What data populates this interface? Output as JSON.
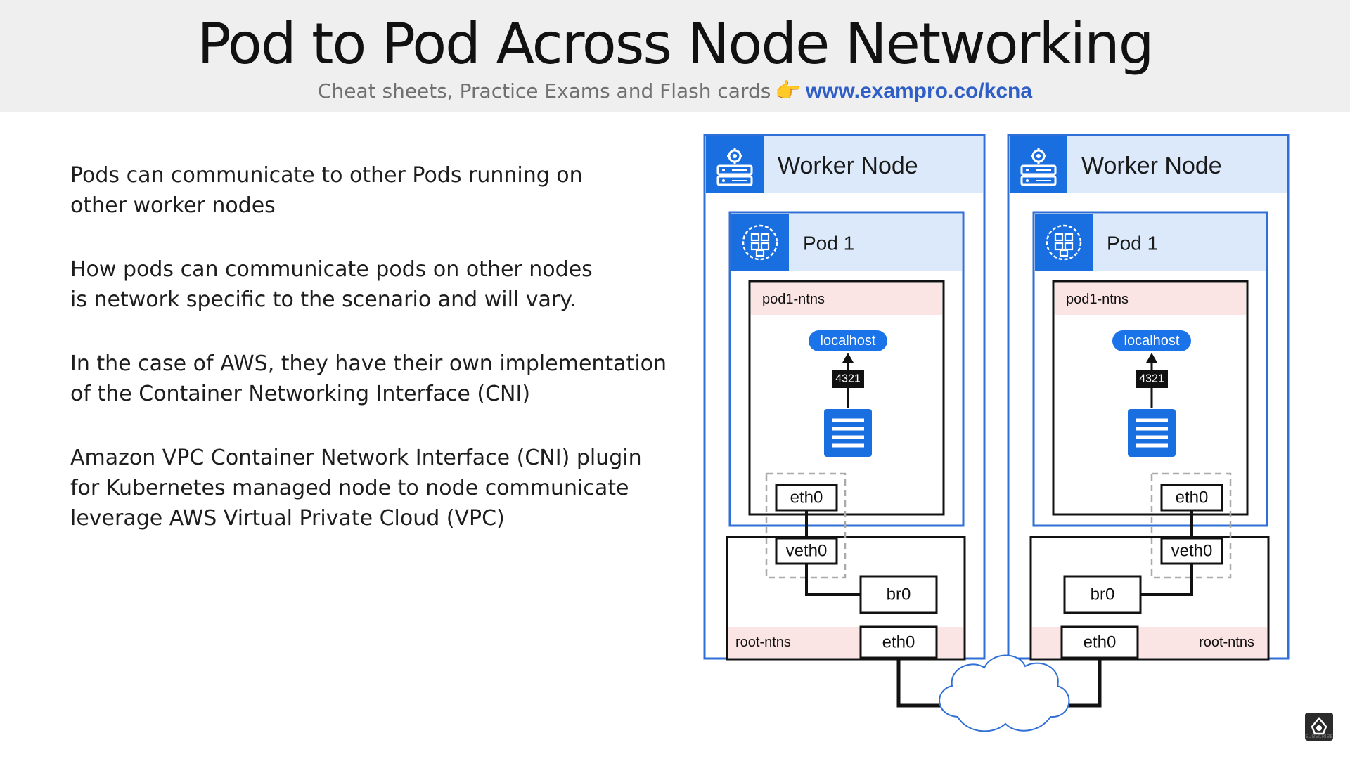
{
  "header": {
    "title": "Pod to Pod Across Node Networking",
    "subtitle": "Cheat sheets, Practice Exams and Flash cards",
    "pointer_glyph": "👉",
    "link": "www.exampro.co/kcna"
  },
  "bullets": [
    "Pods can communicate to other Pods running on\nother worker nodes",
    "How pods can communicate pods on other nodes\nis network specific to the scenario and will vary.",
    "In the case of AWS, they have their own implementation\nof the Container Networking Interface (CNI)",
    "Amazon VPC Container Network Interface (CNI) plugin\nfor Kubernetes managed node to node communicate\nleverage AWS Virtual Private Cloud (VPC)"
  ],
  "diagram": {
    "nodes": [
      {
        "title": "Worker Node",
        "pod_title": "Pod 1",
        "pod_ns": "pod1-ntns",
        "localhost": "localhost",
        "port": "4321",
        "pod_eth": "eth0",
        "veth": "veth0",
        "bridge": "br0",
        "root_ns": "root-ntns",
        "host_eth": "eth0"
      },
      {
        "title": "Worker Node",
        "pod_title": "Pod 1",
        "pod_ns": "pod1-ntns",
        "localhost": "localhost",
        "port": "4321",
        "pod_eth": "eth0",
        "veth": "veth0",
        "bridge": "br0",
        "root_ns": "root-ntns",
        "host_eth": "eth0"
      }
    ],
    "icons": {
      "node": "server-gear-icon",
      "pod": "pod-icon",
      "container": "container-icon",
      "network": "cloud-icon",
      "badge": "subscribe-badge-icon"
    },
    "colors": {
      "node_border": "#2f6fd6",
      "node_header": "#dbe9fb",
      "icon_blue": "#1a6fe0",
      "namespace_bar": "#fbe4e4",
      "localhost_pill": "#1a73e8",
      "port_badge": "#111111",
      "dashed_group": "#aaaaaa"
    }
  }
}
